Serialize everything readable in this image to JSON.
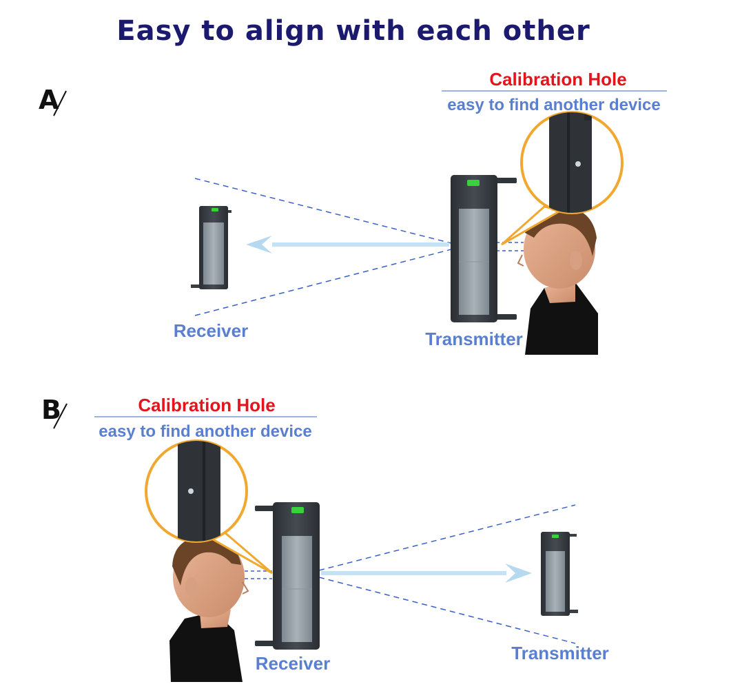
{
  "title": "Easy to align with each other",
  "panels": {
    "a": {
      "marker": "A",
      "callout_title": "Calibration Hole",
      "callout_subtitle": "easy to find another device",
      "left_label": "Receiver",
      "right_label": "Transmitter"
    },
    "b": {
      "marker": "B",
      "callout_title": "Calibration Hole",
      "callout_subtitle": "easy to find another device",
      "left_label": "Receiver",
      "right_label": "Transmitter"
    }
  },
  "colors": {
    "title": "#1c1a6e",
    "callout_title": "#e3141b",
    "label": "#5b7fd0",
    "callout_ring": "#f0a830",
    "beam": "#b9dcf2",
    "device_body": "#3a3f45",
    "device_panel": "#8f9aa2",
    "indicator": "#39d23a"
  }
}
